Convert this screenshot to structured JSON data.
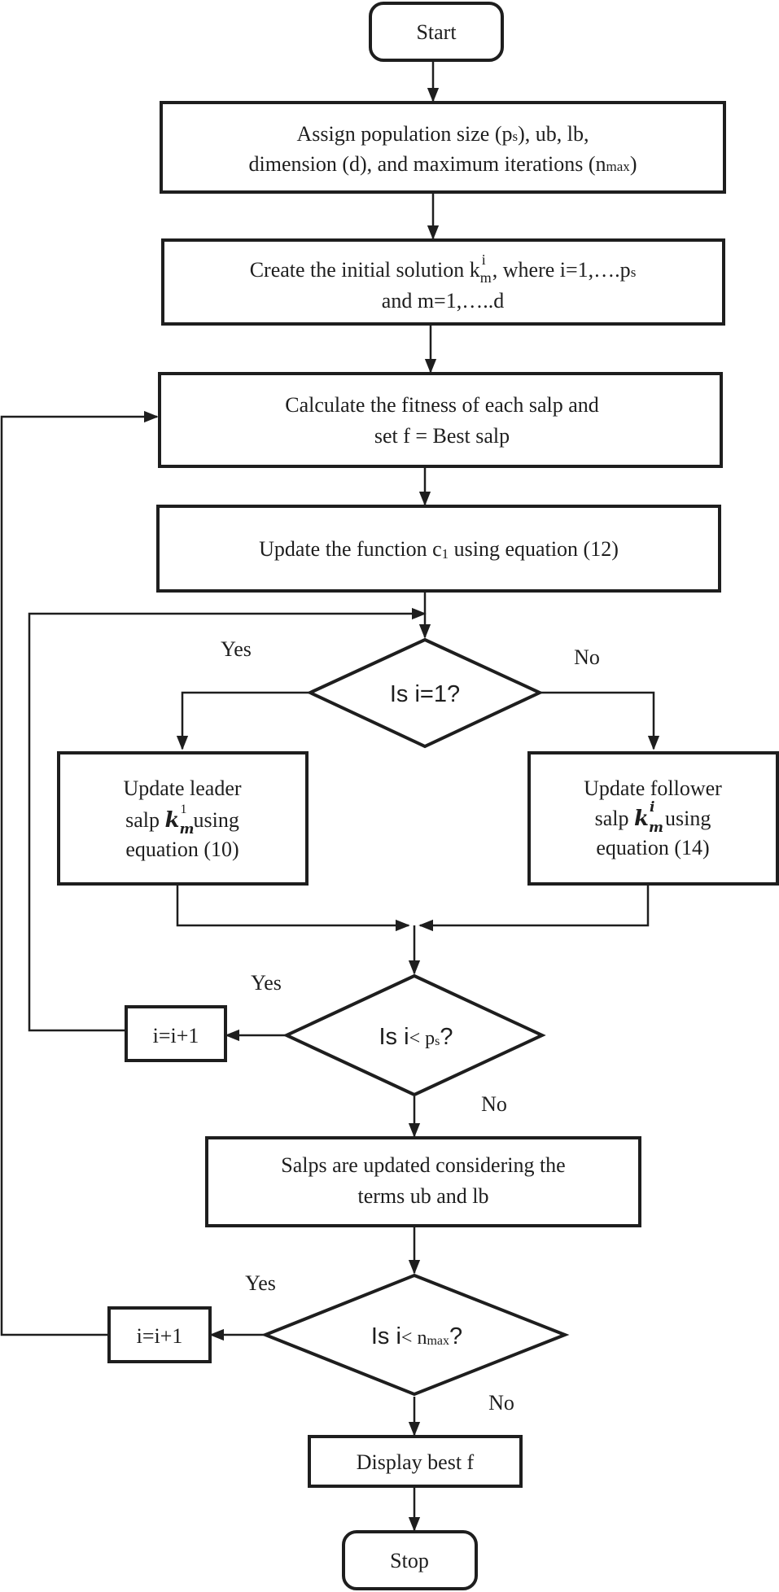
{
  "nodes": {
    "start": "Start",
    "assign": {
      "line1_a": "Assign  population size (p",
      "line1_sub": "s",
      "line1_b": "), ub, lb,",
      "line2_a": "dimension (d), and maximum iterations (n",
      "line2_sub": "max",
      "line2_b": ")"
    },
    "create": {
      "line1_a": "Create the initial solution k",
      "line1_sub": "m",
      "line1_sup": "i",
      "line1_b": ", where i=1,….p",
      "line1_sub2": "s",
      "line2": "and m=1,…..d"
    },
    "fitness": {
      "line1": "Calculate the fitness of each salp and",
      "line2": "set f = Best salp"
    },
    "update_c1": {
      "text_a": "Update the function c",
      "text_sub": "1",
      "text_b": " using equation (12)"
    },
    "decision_i1": "Is i=1?",
    "leader": {
      "line1": "Update leader",
      "line2_a": "salp ",
      "var": "k",
      "var_sub": "m",
      "var_sup": "1",
      "line2_b": "using",
      "line3": "equation (10)"
    },
    "follower": {
      "line1": "Update follower",
      "line2_a": "salp ",
      "var": "k",
      "var_sub": "m",
      "var_sup": "i",
      "line2_b": " using",
      "line3": "equation (14)"
    },
    "decision_ps": {
      "text_a": "Is i",
      "text_b": "< p",
      "text_sub": "s",
      "text_c": "?"
    },
    "incr1": "i=i+1",
    "salps_updated": {
      "line1": "Salps are updated considering the",
      "line2": "terms ub and lb"
    },
    "decision_nmax": {
      "text_a": "Is i",
      "text_b": "< n",
      "text_sub": "max",
      "text_c": "?"
    },
    "incr2": "i=i+1",
    "display": "Display best f",
    "stop": "Stop"
  },
  "edge_labels": {
    "yes_i1": "Yes",
    "no_i1": "No",
    "yes_ps": "Yes",
    "no_ps": "No",
    "yes_nmax": "Yes",
    "no_nmax": "No"
  }
}
